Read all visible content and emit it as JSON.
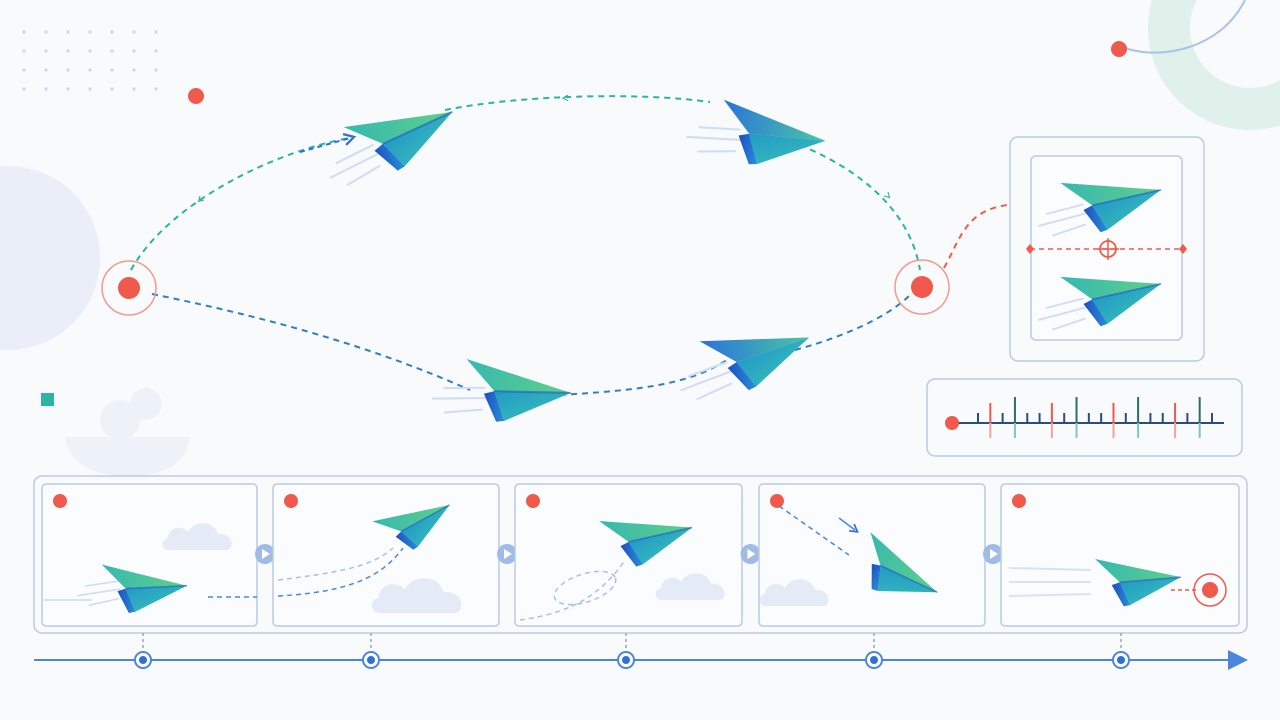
{
  "colors": {
    "background": "#f9fafb",
    "accent_red": "#ef5a4c",
    "teal": "#2bb3a3",
    "blue": "#2f6fd6",
    "green": "#46c48a",
    "panel_stroke": "#b9c9e6",
    "cloud": "#e4ebf6",
    "timeline": "#4b86dc",
    "deco_mint": "#dff1ea",
    "deco_blue": "#e9eef8"
  },
  "icons": {
    "plane": "paper-plane-icon",
    "node": "target-node-icon",
    "crosshair": "crosshair-icon",
    "play": "play-arrow-icon",
    "cloud": "cloud-icon",
    "marker": "timeline-marker-icon"
  },
  "loop": {
    "start_node": "left-origin-node",
    "end_node": "right-target-node"
  },
  "storyboard": {
    "frames": [
      {
        "id": "frame-1",
        "motion": "level-glide"
      },
      {
        "id": "frame-2",
        "motion": "climb"
      },
      {
        "id": "frame-3",
        "motion": "loop"
      },
      {
        "id": "frame-4",
        "motion": "dive"
      },
      {
        "id": "frame-5",
        "motion": "arrive-at-target"
      }
    ]
  },
  "timeline": {
    "marker_count": 5
  },
  "tick_ruler": {
    "ticks": 20
  }
}
